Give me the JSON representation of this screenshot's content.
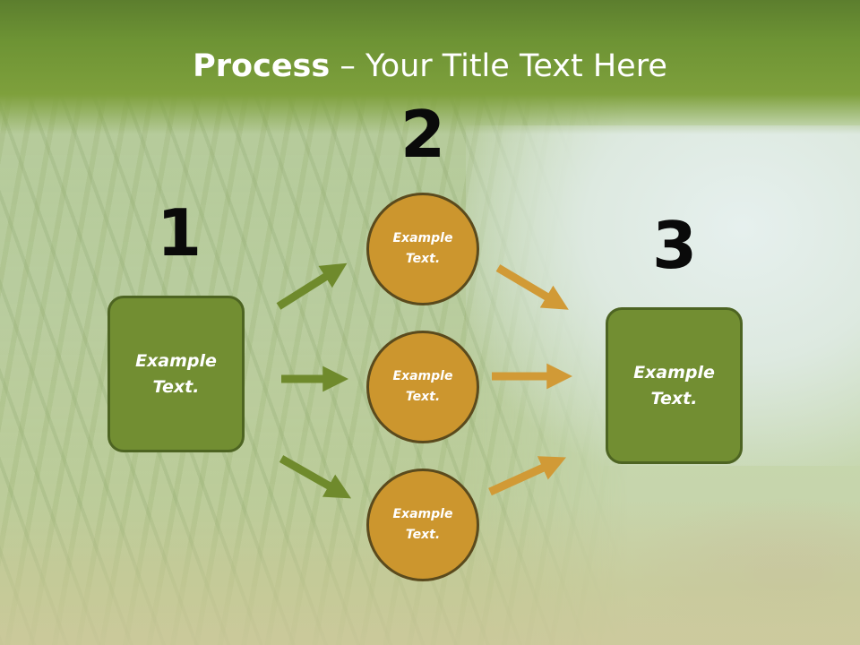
{
  "slide": {
    "title_bold": "Process",
    "title_rest": " – Your Title Text Here"
  },
  "steps": [
    {
      "number": "1"
    },
    {
      "number": "2"
    },
    {
      "number": "3"
    }
  ],
  "left_box": {
    "text": "Example Text."
  },
  "circles": [
    {
      "text": "Example Text."
    },
    {
      "text": "Example Text."
    },
    {
      "text": "Example Text."
    }
  ],
  "right_box": {
    "text": "Example Text."
  },
  "colors": {
    "header_green": "#6d9334",
    "box_green": "#728e32",
    "circle_gold": "#cc962e",
    "arrow_green": "#6f8a2c",
    "arrow_gold": "#d19a36"
  }
}
